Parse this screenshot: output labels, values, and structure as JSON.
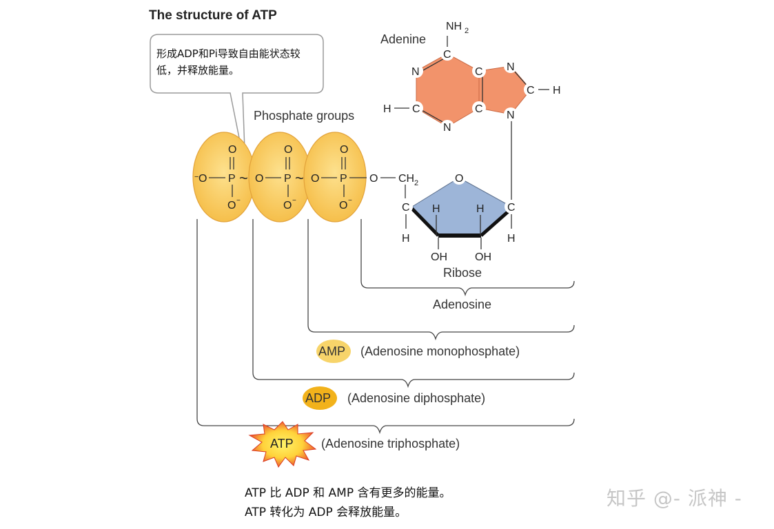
{
  "title": "The structure of ATP",
  "callout": "形成ADP和Pi导致自由能状态较低，并释放能量。",
  "labels": {
    "adenine": "Adenine",
    "phosphate_groups": "Phosphate groups",
    "ribose": "Ribose",
    "adenosine": "Adenosine",
    "amp_badge": "AMP",
    "amp_desc": "(Adenosine monophosphate)",
    "adp_badge": "ADP",
    "adp_desc": "(Adenosine diphosphate)",
    "atp_badge": "ATP",
    "atp_desc": "(Adenosine triphosphate)"
  },
  "atoms": {
    "O": "O",
    "P": "P",
    "C": "C",
    "N": "N",
    "H": "H",
    "OH": "OH",
    "NH": "NH",
    "CH": "CH",
    "two": "2",
    "minus": "−",
    "tilde": "~"
  },
  "notes": {
    "line1": "ATP 比 ADP 和 AMP 含有更多的能量。",
    "line2": "ATP 转化为 ADP 会释放能量。"
  },
  "watermark": "知乎 @- 派神 -",
  "colors": {
    "phosphate_fill": "#F9CE63",
    "adenine_fill": "#F2936B",
    "ribose_fill": "#9DB5D8",
    "amp_badge": "#F7D46A",
    "adp_badge": "#F2B21B",
    "atp_star": "#E8452E",
    "atp_core": "#FFE94A"
  }
}
